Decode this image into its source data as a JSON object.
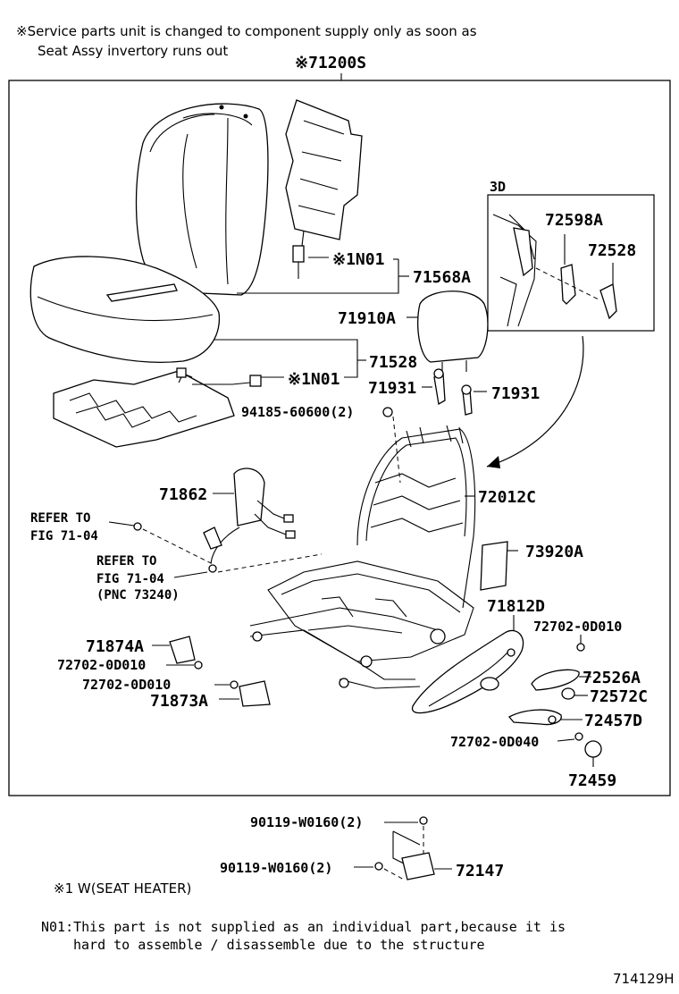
{
  "notes": {
    "service_line1": "※Service parts unit is changed to component supply only as soon as",
    "service_line2": "Seat Assy invertory runs out",
    "assembly_number": "※71200S",
    "inset_label": "3D",
    "heater_note": "※1 W(SEAT HEATER)",
    "n01_line1": "N01:This part is not supplied as an individual part,because it is",
    "n01_line2": "hard to assemble / disassemble due to the structure",
    "figure_id": "714129H"
  },
  "parts": {
    "p71568A": "71568A",
    "n01_upper": "※1N01",
    "p71528": "71528",
    "n01_lower": "※1N01",
    "p71910A": "71910A",
    "p71931_left": "71931",
    "p71931_right": "71931",
    "p94185": "94185-60600(2)",
    "p72598A": "72598A",
    "p72528": "72528",
    "p71862": "71862",
    "p72012C": "72012C",
    "p73920A": "73920A",
    "ref1_line1": "REFER TO",
    "ref1_line2": "FIG 71-04",
    "ref2_line1": "REFER TO",
    "ref2_line2": "FIG 71-04",
    "ref2_line3": "(PNC 73240)",
    "p71812D": "71812D",
    "p72702_0D010_right": "72702-0D010",
    "p71874A": "71874A",
    "p72702_0D010_left1": "72702-0D010",
    "p72702_0D010_left2": "72702-0D010",
    "p71873A": "71873A",
    "p72526A": "72526A",
    "p72572C": "72572C",
    "p72457D": "72457D",
    "p72702_0D040": "72702-0D040",
    "p72459": "72459",
    "p90119_top": "90119-W0160(2)",
    "p90119_bottom": "90119-W0160(2)",
    "p72147": "72147"
  }
}
